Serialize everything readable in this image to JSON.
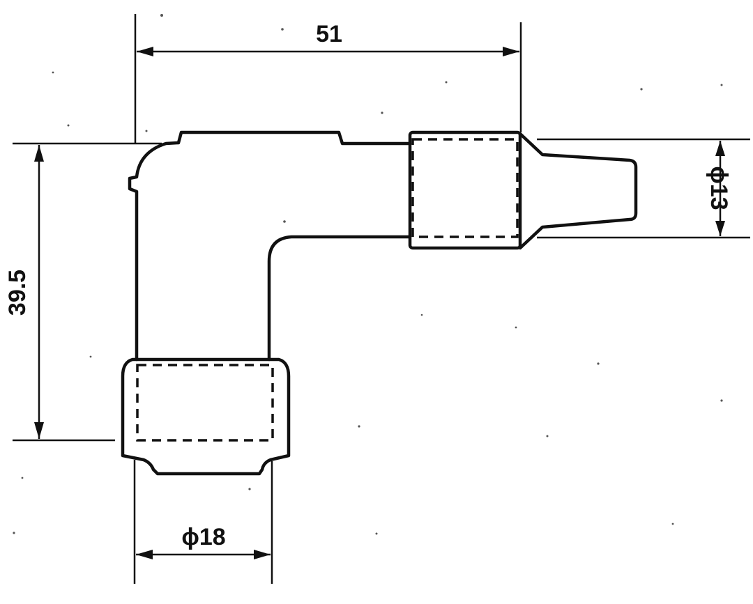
{
  "dimensions": {
    "length": "51",
    "height": "39.5",
    "diameter_small": "ϕ13",
    "diameter_large": "ϕ18"
  },
  "colors": {
    "ink": "#111111",
    "paper": "#ffffff"
  }
}
